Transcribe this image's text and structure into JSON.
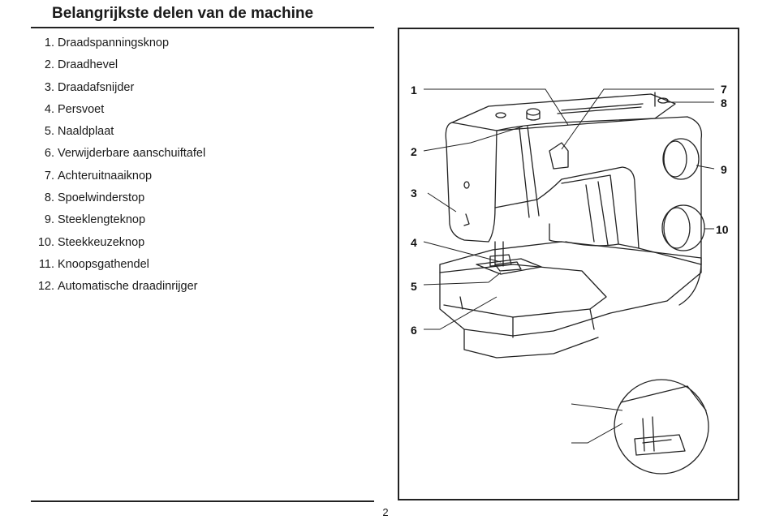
{
  "title": "Belangrijkste delen van de machine",
  "parts": [
    {
      "num": "1.",
      "label": "Draadspanningsknop"
    },
    {
      "num": "2.",
      "label": "Draadhevel"
    },
    {
      "num": "3.",
      "label": "Draadafsnijder"
    },
    {
      "num": "4.",
      "label": "Persvoet"
    },
    {
      "num": "5.",
      "label": "Naaldplaat"
    },
    {
      "num": "6.",
      "label": "Verwijderbare aanschuiftafel"
    },
    {
      "num": "7.",
      "label": "Achteruitnaaiknop"
    },
    {
      "num": "8.",
      "label": "Spoelwinderstop"
    },
    {
      "num": "9.",
      "label": "Steeklengteknop"
    },
    {
      "num": "10.",
      "label": "Steekkeuzeknop"
    },
    {
      "num": "11.",
      "label": "Knoopsgathendel"
    },
    {
      "num": "12.",
      "label": "Automatische draadinrijger"
    }
  ],
  "figure": {
    "callouts": [
      "1",
      "2",
      "3",
      "4",
      "5",
      "6",
      "7",
      "8",
      "9",
      "10"
    ]
  },
  "page_number": "2"
}
